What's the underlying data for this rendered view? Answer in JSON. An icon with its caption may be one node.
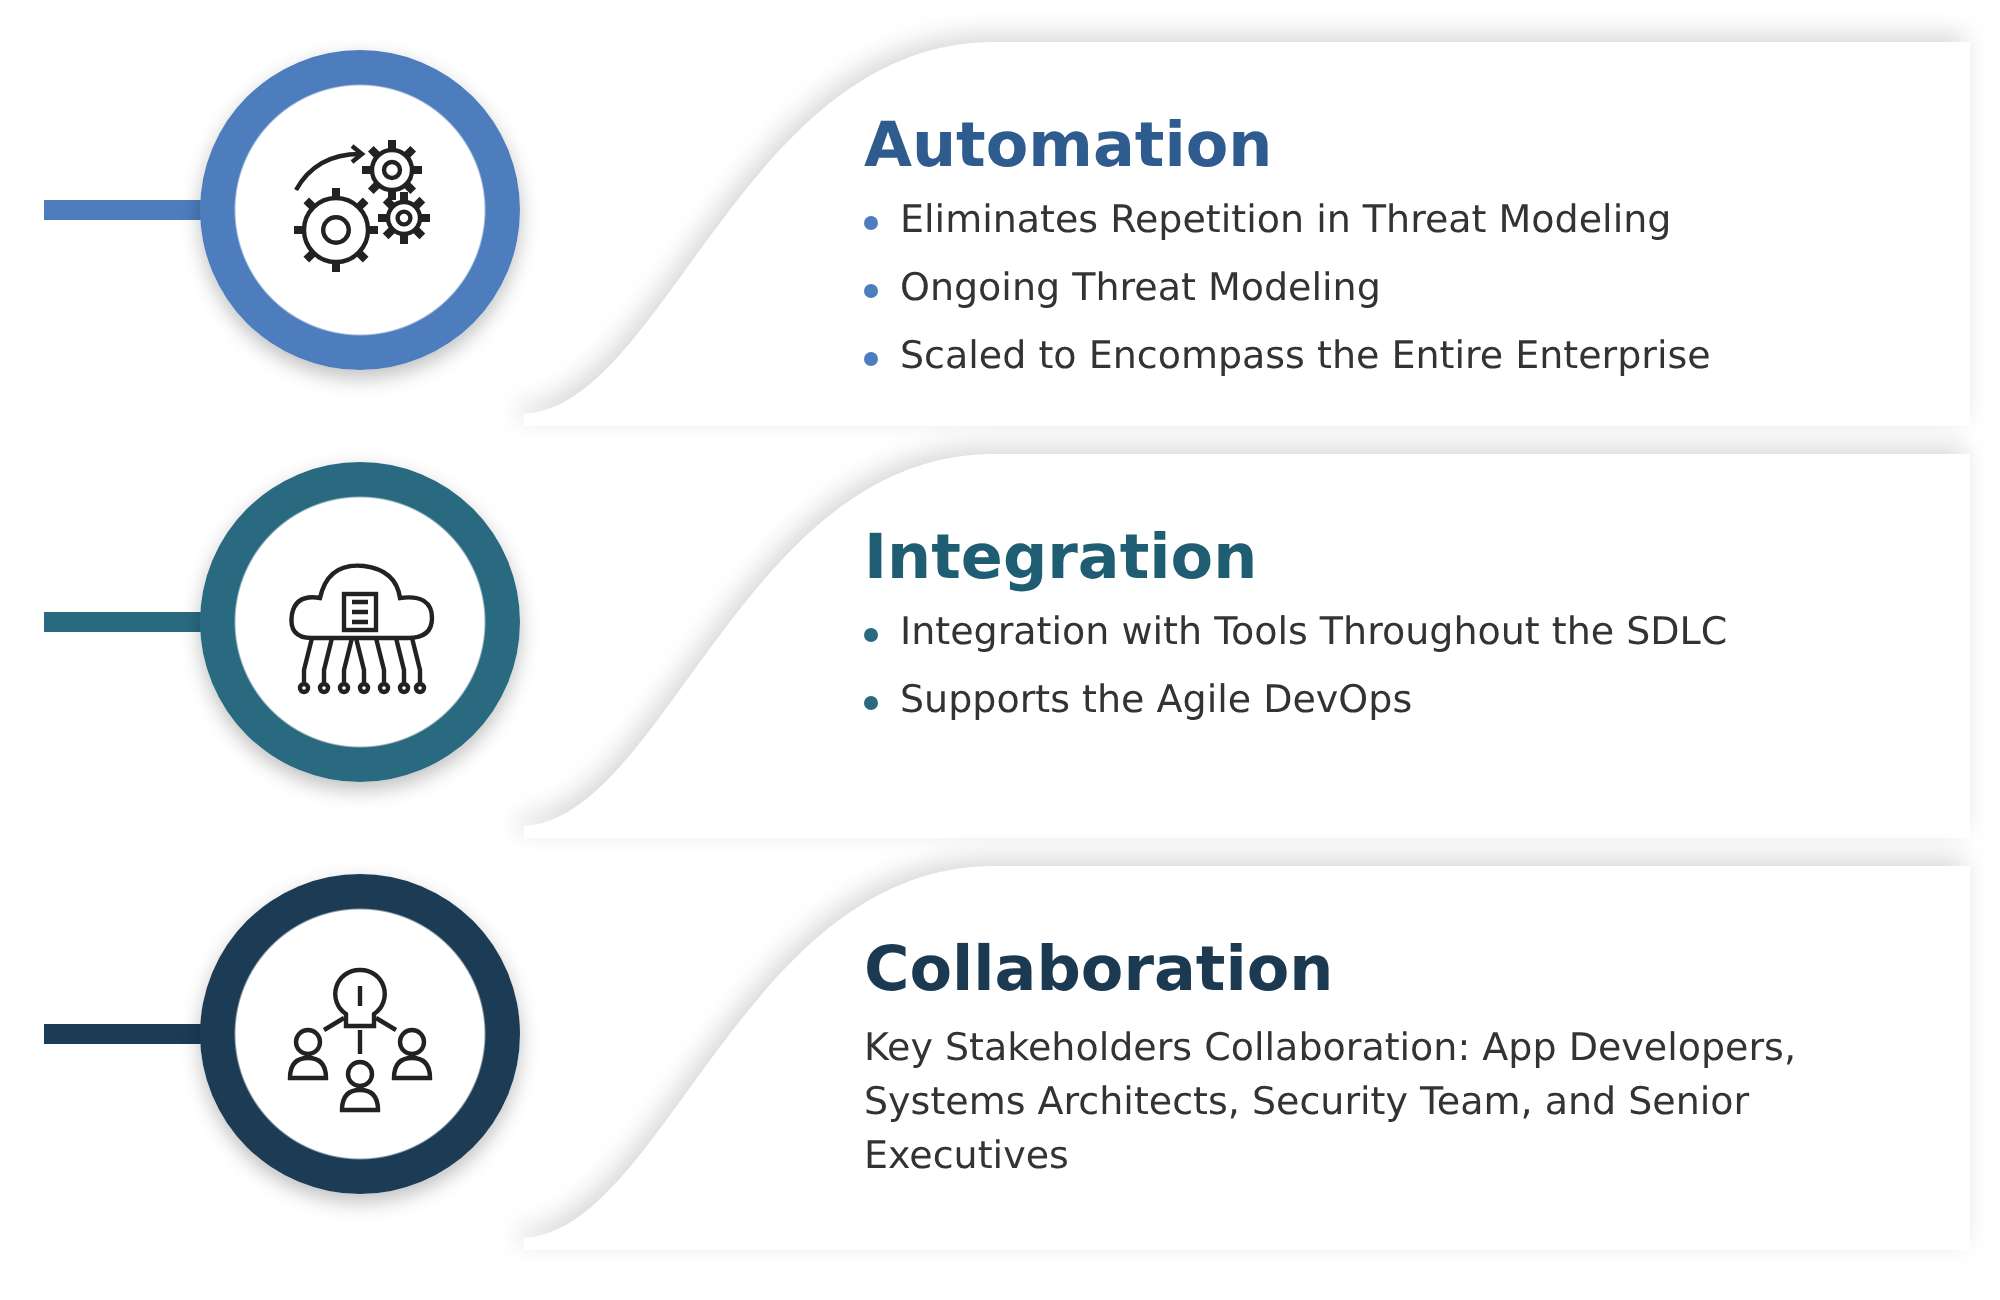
{
  "diagram": {
    "nodes": [
      {
        "text": [],
        "shape": "circle"
      },
      {
        "text": [
          "Automation",
          "Eliminates Repetition in Threat Modeling",
          "Ongoing Threat Modeling",
          "Scaled to Encompass the Entire Enterprise"
        ]
      },
      {
        "text": [],
        "shape": "circle"
      },
      {
        "text": [
          "Integration",
          "Integration with Tools Throughout the SDLC",
          "Supports the Agile DevOps"
        ]
      },
      {
        "text": [],
        "shape": "circle"
      },
      {
        "text": [
          "Collaboration",
          "Key Stakeholders Collaboration: App Developers, Systems Architects, Security Team, and Senior Executives"
        ]
      }
    ]
  }
}
